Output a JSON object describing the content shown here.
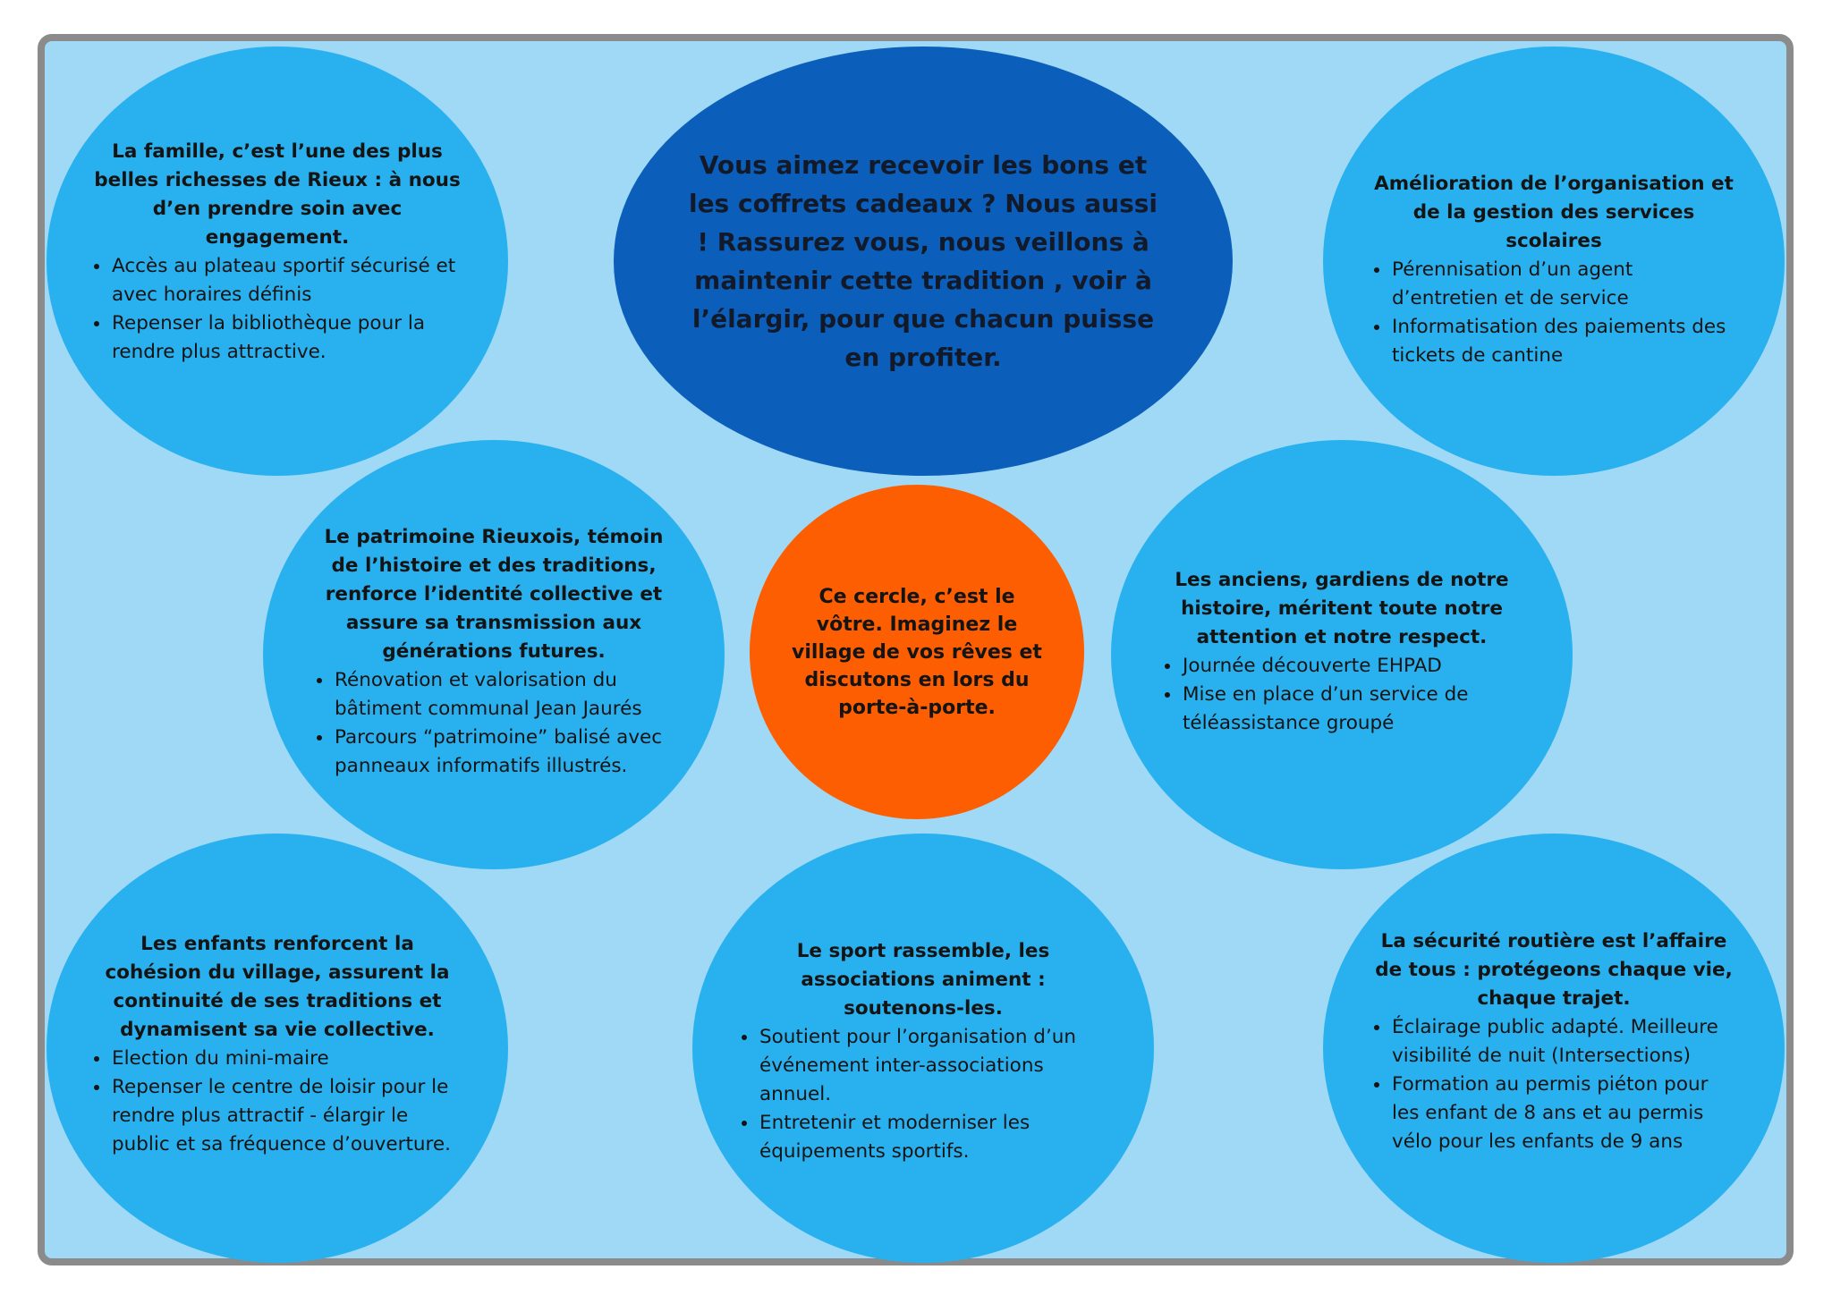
{
  "colors": {
    "background": "#9fd9f6",
    "frame_border": "#8b8b8b",
    "bubble": "#29b1ef",
    "center_top": "#0b5fbb",
    "center": "#fe5e02"
  },
  "center_top": {
    "text": "Vous aimez recevoir les bons et les coffrets cadeaux ? Nous aussi ! Rassurez vous, nous veillons à maintenir cette tradition , voir à l’élargir, pour que chacun puisse en profiter."
  },
  "center": {
    "text": "Ce cercle, c’est le vôtre. Imaginez le village de vos rêves et discutons en lors du porte-à-porte."
  },
  "bubbles": [
    {
      "heading": "La famille, c’est l’une des plus belles richesses de Rieux : à nous d’en prendre soin avec engagement.",
      "bullets": [
        " Accès au plateau sportif sécurisé et avec horaires définis",
        "Repenser la bibliothèque pour la rendre plus attractive."
      ]
    },
    {
      "heading": "Amélioration de l’organisation et de la gestion des services scolaires",
      "bullets": [
        "Pérennisation d’un agent d’entretien et de service",
        "Informatisation des paiements des tickets de cantine"
      ]
    },
    {
      "heading": "Le patrimoine Rieuxois, témoin de l’histoire et des traditions, renforce l’identité collective et assure sa transmission aux générations futures.",
      "bullets": [
        "Rénovation et valorisation du bâtiment communal Jean Jaurés",
        "Parcours “patrimoine” balisé avec panneaux informatifs illustrés."
      ]
    },
    {
      "heading": "Les anciens, gardiens de notre histoire, méritent toute notre attention et notre respect.",
      "bullets": [
        "Journée découverte EHPAD",
        "Mise en place d’un service de téléassistance groupé"
      ]
    },
    {
      "heading": "Les enfants renforcent la cohésion du village, assurent la continuité de ses traditions et dynamisent sa vie collective.",
      "bullets": [
        "Election du mini-maire",
        "Repenser le centre de loisir pour le rendre plus attractif - élargir le public et sa fréquence d’ouverture."
      ]
    },
    {
      "heading": "Le sport rassemble, les associations animent : soutenons-les.",
      "bullets": [
        "Soutient pour l’organisation d’un événement inter-associations annuel.",
        "Entretenir et moderniser les équipements sportifs."
      ]
    },
    {
      "heading": "La sécurité routière est l’affaire de tous : protégeons chaque vie, chaque trajet.",
      "bullets": [
        "Éclairage public adapté. Meilleure visibilité de nuit (Intersections)",
        "Formation au permis piéton pour les enfant de 8 ans et au permis vélo pour les enfants de 9 ans"
      ]
    }
  ]
}
